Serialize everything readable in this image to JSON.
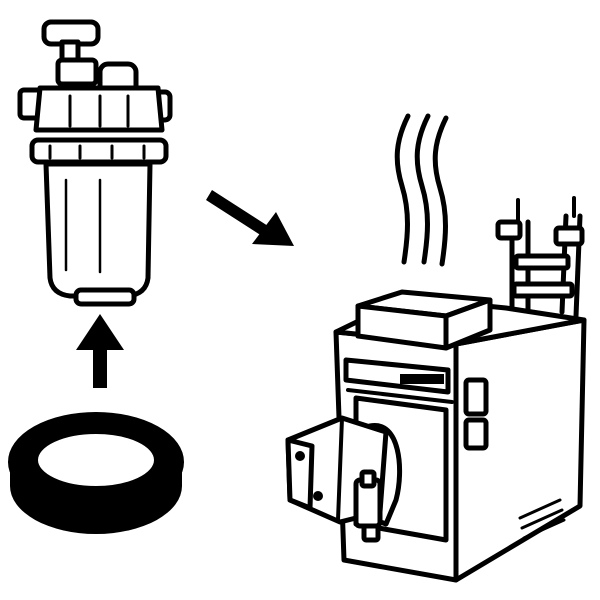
{
  "diagram": {
    "nodes": [
      {
        "id": "oil-filter",
        "icon": "oil-filter-icon"
      },
      {
        "id": "sealing-ring",
        "icon": "gasket-ring-icon"
      },
      {
        "id": "boiler-burner",
        "icon": "oil-burner-boiler-icon"
      }
    ],
    "edges": [
      {
        "from": "sealing-ring",
        "to": "oil-filter",
        "direction": "up"
      },
      {
        "from": "oil-filter",
        "to": "boiler-burner",
        "direction": "down-right"
      }
    ],
    "heat": {
      "icon": "heat-waves-icon"
    }
  },
  "colors": {
    "ink": "#000000",
    "paper": "#ffffff"
  }
}
